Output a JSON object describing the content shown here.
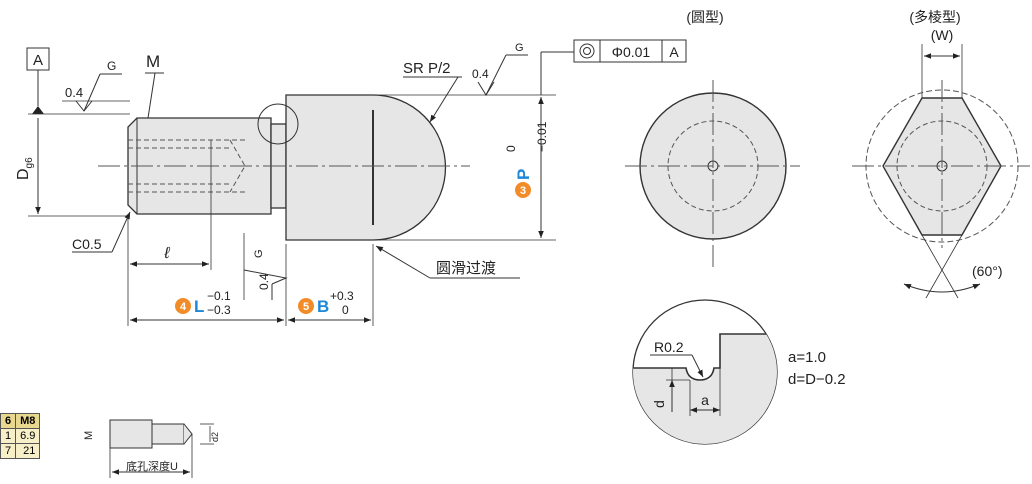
{
  "datum": {
    "label": "A"
  },
  "side_view": {
    "roughness_top_value": "0.4",
    "roughness_top_grade": "G",
    "thread_label": "M",
    "dia_label_main": "D",
    "dia_label_sub": "g6",
    "chamfer_label": "C0.5",
    "length_thread_label": "ℓ",
    "sr_label": "SR P/2",
    "roughness_head_value": "0.4",
    "roughness_head_grade": "G",
    "roughness_bottom_value": "0.4",
    "roughness_bottom_grade": "G",
    "smooth_transition_label": "圆滑过渡",
    "callout_symbol": "◎",
    "callout_tolerance": "Φ0.01",
    "callout_datum": "A",
    "p_badge": "3",
    "p_letter": "P",
    "p_tol_upper": "0",
    "p_tol_lower": "−0.01",
    "l_badge": "4",
    "l_letter": "L",
    "l_tol_upper": "−0.1",
    "l_tol_lower": "−0.3",
    "b_badge": "5",
    "b_letter": "B",
    "b_tol_upper": "+0.3",
    "b_tol_lower": "0"
  },
  "round_view": {
    "title": "(圆型)"
  },
  "poly_view": {
    "title": "(多棱型)",
    "width_label": "(W)",
    "angle_label": "(60°)"
  },
  "detail_view": {
    "radius_label": "R0.2",
    "d_label": "d",
    "a_label": "a",
    "note_a": "a=1.0",
    "note_d": "d=D−0.2"
  },
  "table": {
    "headers": [
      "6",
      "M8"
    ],
    "rows": [
      [
        "1",
        "6.9"
      ],
      [
        "7",
        "21"
      ]
    ]
  },
  "small_view": {
    "m_label": "M",
    "d2_label": "d2",
    "u_label": "底孔深度U"
  },
  "colors": {
    "badge": "#f28c28",
    "letter": "#1e88d8",
    "fill": "#e6e6e6",
    "table_head": "#e9d98f",
    "table_body": "#f6efc8"
  }
}
